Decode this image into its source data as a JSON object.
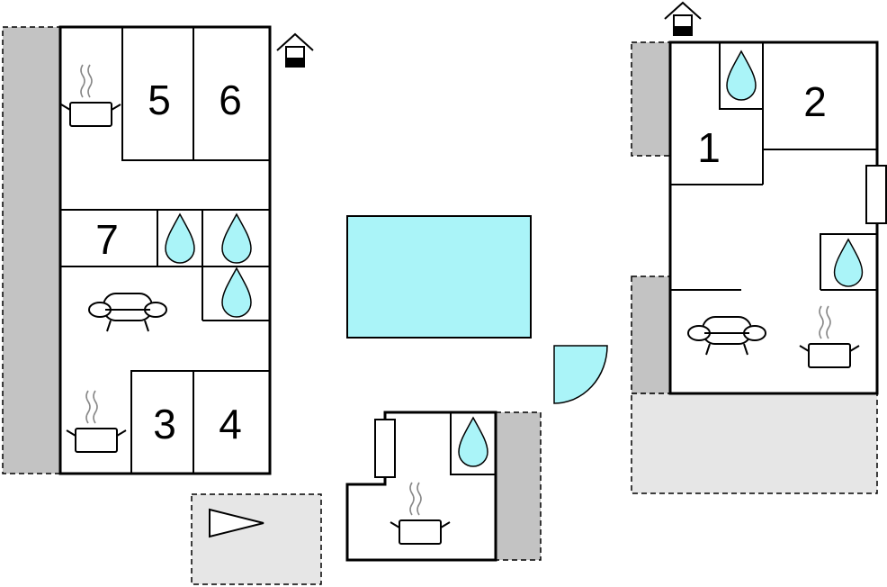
{
  "floorplan": {
    "rooms_left": [
      {
        "label": "5"
      },
      {
        "label": "6"
      },
      {
        "label": "7"
      },
      {
        "label": "3"
      },
      {
        "label": "4"
      }
    ],
    "rooms_right": [
      {
        "label": "1"
      },
      {
        "label": "2"
      }
    ],
    "icons": {
      "entrance": "entrance-house-icon",
      "kitchen": "kitchen-pot-icon",
      "bathroom": "bathroom-drop-icon",
      "living": "sofa-icon",
      "heater": "heater-radiator-icon",
      "terrace": "terrace-flag-icon",
      "door": "door-swing-icon"
    },
    "colors": {
      "water": "#aaf4f8",
      "wall": "#000000",
      "terrace_dark": "#c3c3c3",
      "terrace_light": "#e6e6e6"
    }
  }
}
